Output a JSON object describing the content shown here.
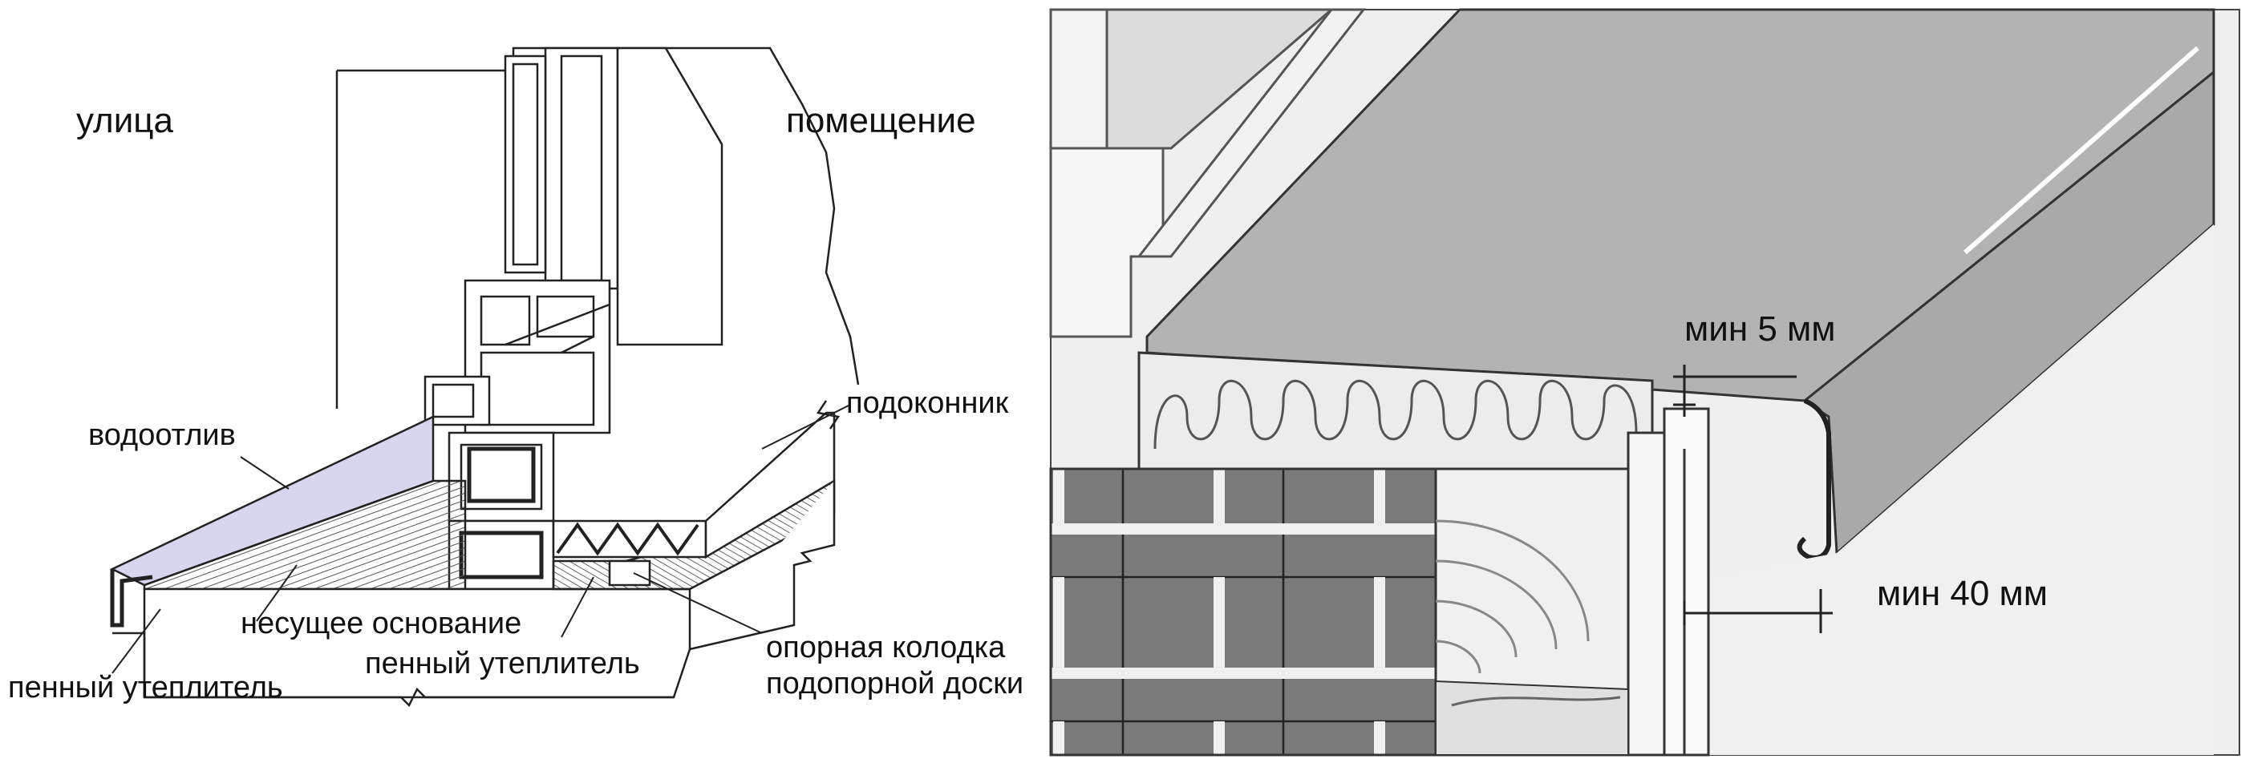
{
  "left_panel": {
    "outside_label": "улица",
    "inside_label": "помещение",
    "labels": {
      "drip": "водоотлив",
      "sill": "подоконник",
      "base": "несущее основание",
      "foam_left": "пенный утеплитель",
      "foam_center": "пенный утеплитель",
      "block_line1": "опорная колодка",
      "block_line2": "подопорной доски"
    },
    "colors": {
      "drip_fill": "#d8d6ee",
      "line": "#222222"
    }
  },
  "right_panel": {
    "dim_gap": "мин 5 мм",
    "dim_overhang": "мин 40 мм",
    "colors": {
      "sill": "#b3b3b3",
      "background": "#efefef",
      "brick": "#7a7a7a",
      "insulation": "#ececec"
    }
  }
}
